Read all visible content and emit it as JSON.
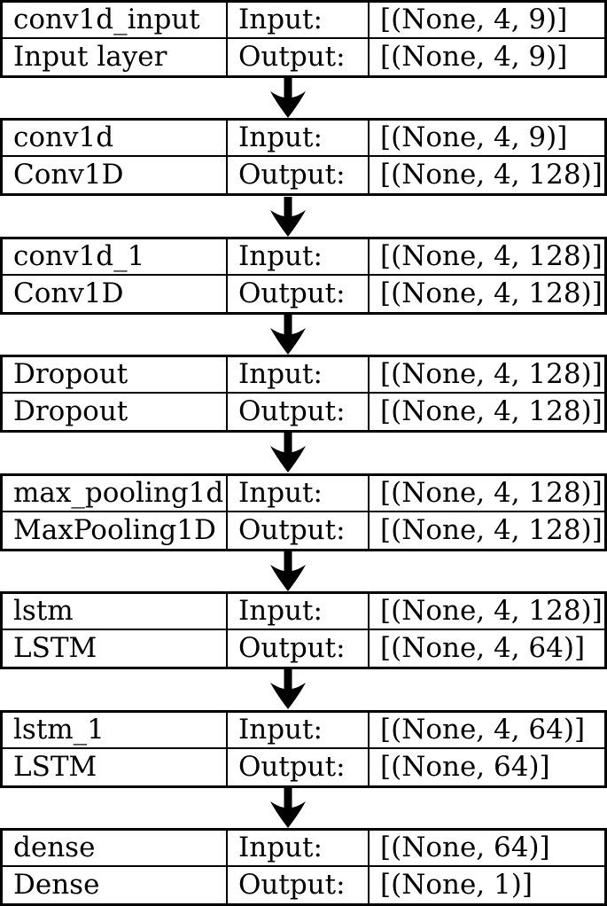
{
  "colors": {
    "background": "#ffffff",
    "border": "#000000",
    "text": "#000000",
    "arrow": "#000000"
  },
  "labels": {
    "input": "Input:",
    "output": "Output:"
  },
  "layers": [
    {
      "name": "conv1d_input",
      "type": "Input layer",
      "input_shape": "[(None, 4, 9)]",
      "output_shape": "[(None, 4, 9)]"
    },
    {
      "name": "conv1d",
      "type": "Conv1D",
      "input_shape": "[(None, 4, 9)]",
      "output_shape": "[(None, 4, 128)]"
    },
    {
      "name": "conv1d_1",
      "type": "Conv1D",
      "input_shape": "[(None, 4, 128)]",
      "output_shape": "[(None, 4, 128)]"
    },
    {
      "name": "Dropout",
      "type": "Dropout",
      "input_shape": "[(None, 4, 128)]",
      "output_shape": "[(None, 4, 128)]"
    },
    {
      "name": "max_pooling1d",
      "type": "MaxPooling1D",
      "input_shape": "[(None, 4, 128)]",
      "output_shape": "[(None, 4, 128)]"
    },
    {
      "name": "lstm",
      "type": "LSTM",
      "input_shape": "[(None, 4, 128)]",
      "output_shape": "[(None, 4, 64)]"
    },
    {
      "name": "lstm_1",
      "type": "LSTM",
      "input_shape": "[(None, 4, 64)]",
      "output_shape": "[(None, 64)]"
    },
    {
      "name": "dense",
      "type": "Dense",
      "input_shape": "[(None, 64)]",
      "output_shape": "[(None, 1)]"
    }
  ]
}
